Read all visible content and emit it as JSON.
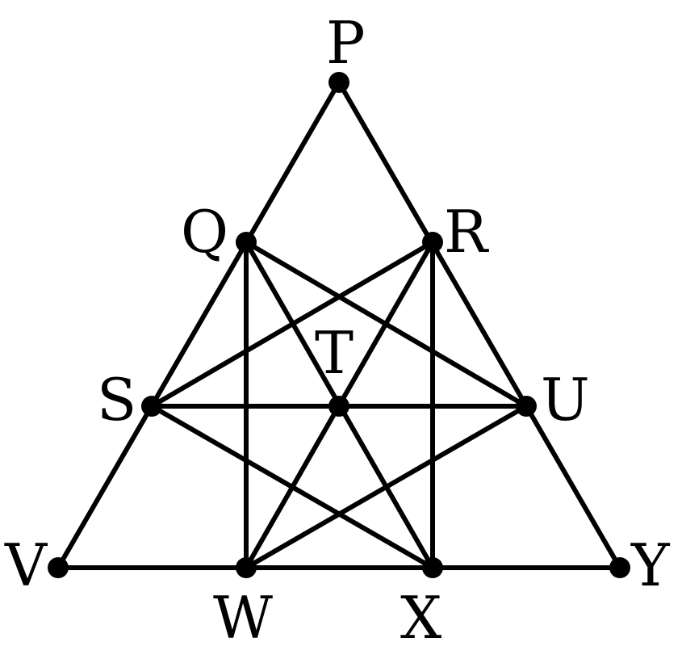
{
  "diagram": {
    "type": "geometry-figure",
    "points": {
      "P": "P",
      "Q": "Q",
      "R": "R",
      "S": "S",
      "T": "T",
      "U": "U",
      "V": "V",
      "W": "W",
      "X": "X",
      "Y": "Y"
    },
    "segments": [
      [
        "P",
        "V"
      ],
      [
        "P",
        "Y"
      ],
      [
        "V",
        "Y"
      ],
      [
        "Q",
        "W"
      ],
      [
        "R",
        "X"
      ],
      [
        "S",
        "U"
      ],
      [
        "Q",
        "X"
      ],
      [
        "R",
        "W"
      ],
      [
        "S",
        "R"
      ],
      [
        "S",
        "X"
      ],
      [
        "U",
        "Q"
      ],
      [
        "U",
        "W"
      ]
    ],
    "colors": {
      "stroke": "#000000",
      "background": "#ffffff"
    }
  }
}
